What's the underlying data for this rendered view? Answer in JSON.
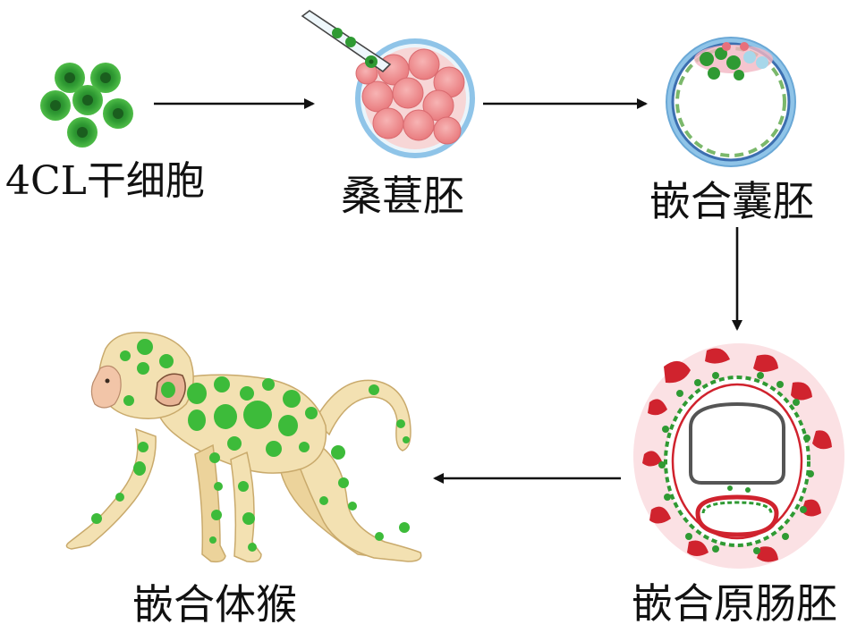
{
  "labels": {
    "stem_cells": "4CL干细胞",
    "morula": "桑葚胚",
    "chimeric_blastocyst": "嵌合囊胚",
    "chimeric_gastrula": "嵌合原肠胚",
    "chimeric_monkey": "嵌合体猴"
  },
  "colors": {
    "donor_cell_green": "#3aa83a",
    "donor_cell_dark": "#1f7a25",
    "host_cell_pink": "#f08a8a",
    "zona_blue": "#8fc4e8",
    "tissue_red": "#d0232e",
    "monkey_fur": "#f3e1b2",
    "arrow": "#111111"
  }
}
